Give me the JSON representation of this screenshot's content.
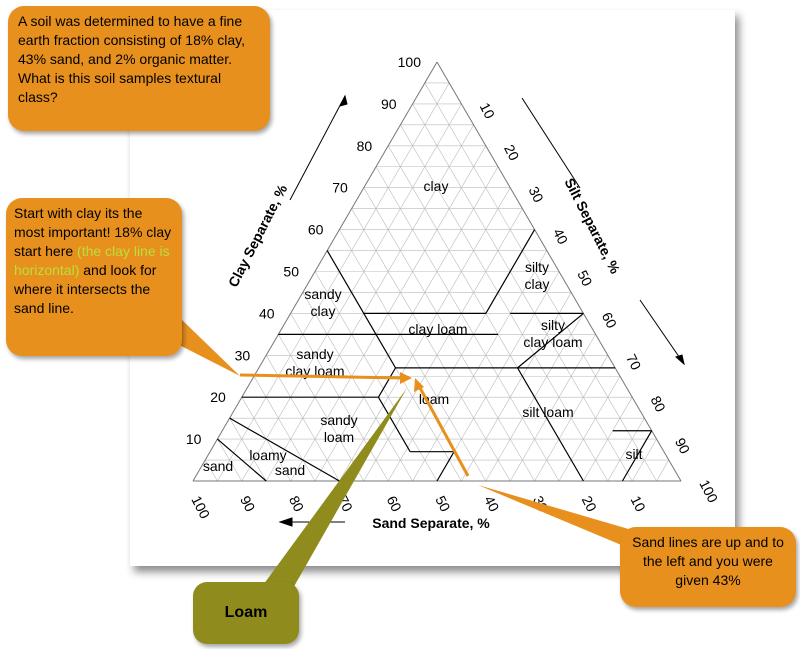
{
  "question": "A soil was determined to have a fine earth fraction consisting of 18% clay, 43% sand, and 2% organic matter.  What is this soil samples textural class?",
  "start_note": {
    "part1": "Start with clay its the most important! 18% clay start here ",
    "highlight": "(the clay line is horizontal)",
    "part2": " and look for where it intersects the sand line."
  },
  "sand_note": "Sand lines are up and to the left and you were given 43%",
  "answer": "Loam",
  "triangle": {
    "clay_axis_label": "Clay Separate, %",
    "silt_axis_label": "Silt Separate, %",
    "sand_axis_label": "Sand Separate, %",
    "clay_ticks": [
      "10",
      "20",
      "30",
      "40",
      "50",
      "60",
      "70",
      "80",
      "90",
      "100"
    ],
    "silt_ticks": [
      "10",
      "20",
      "30",
      "40",
      "50",
      "60",
      "70",
      "80",
      "90",
      "100"
    ],
    "sand_ticks": [
      "100",
      "90",
      "80",
      "70",
      "60",
      "50",
      "40",
      "30",
      "20",
      "10"
    ],
    "classes": {
      "clay": "clay",
      "sandy_clay_1": "sandy",
      "sandy_clay_2": "clay",
      "silty_clay_1": "silty",
      "silty_clay_2": "clay",
      "clay_loam": "clay loam",
      "silty_clay_loam_1": "silty",
      "silty_clay_loam_2": "clay loam",
      "sandy_clay_loam_1": "sandy",
      "sandy_clay_loam_2": "clay loam",
      "loam": "loam",
      "silt_loam": "silt loam",
      "sandy_loam_1": "sandy",
      "sandy_loam_2": "loam",
      "loamy_sand_1": "loamy",
      "loamy_sand_2": "sand",
      "sand": "sand",
      "silt": "silt"
    }
  },
  "colors": {
    "bubble": "#e8901e",
    "answer": "#8f8c1d",
    "arrow": "#e8901e",
    "highlight": "#b7e03a"
  }
}
